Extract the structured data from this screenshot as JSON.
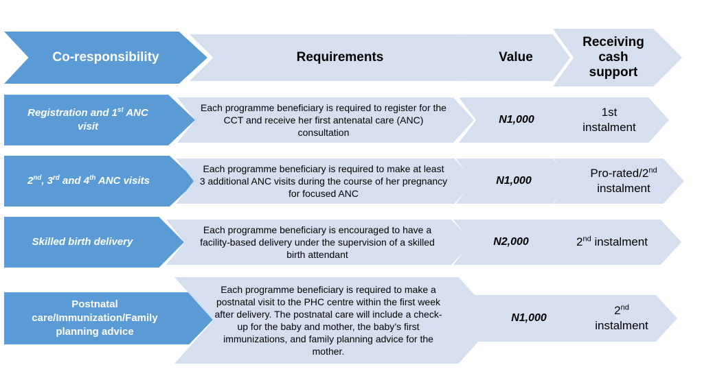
{
  "header": {
    "co_responsibility": "Co-responsibility",
    "requirements": "Requirements",
    "value": "Value",
    "receiving": [
      "Receiving",
      "cash",
      "support"
    ]
  },
  "rows": [
    {
      "label": {
        "a": "Registration and 1",
        "a_sup": "st",
        "b": " ANC",
        "c": "visit"
      },
      "requirement": "Each programme beneficiary is required to register for the CCT and receive her first antenatal care (ANC) consultation",
      "value": "N1,000",
      "instalment": {
        "a": "1st",
        "b": "instalment"
      }
    },
    {
      "label": {
        "a": "2",
        "a_sup": "nd",
        "b": ", 3",
        "b_sup": "rd",
        "c": " and 4",
        "c_sup": "th",
        "d": " ANC visits"
      },
      "requirement": "Each programme beneficiary is required to make at least 3 additional ANC visits during the course of her pregnancy for focused ANC",
      "value": "N1,000",
      "instalment": {
        "a": "Pro-rated/2",
        "a_sup": "nd",
        "b": "instalment"
      }
    },
    {
      "label": {
        "a": "Skilled birth delivery"
      },
      "requirement": "Each programme beneficiary is encouraged to have a facility-based delivery under the supervision of a skilled birth attendant",
      "value": "N2,000",
      "instalment": {
        "a": "2",
        "a_sup": "nd",
        "b": " instalment"
      }
    },
    {
      "label": {
        "a": "Postnatal",
        "b": "care/Immunization/Family",
        "c": "planning advice"
      },
      "requirement": "Each programme beneficiary is required to make a postnatal visit to the PHC centre within the first week after delivery. The postnatal care will include a check-up for the baby and mother, the baby’s first immunizations, and family planning advice for the mother.",
      "value": "N1,000",
      "instalment": {
        "a": "2",
        "a_sup": "nd",
        "b": "instalment"
      }
    }
  ],
  "colors": {
    "dark_blue": "#5b9bd5",
    "light_blue": "#d6dff0"
  }
}
